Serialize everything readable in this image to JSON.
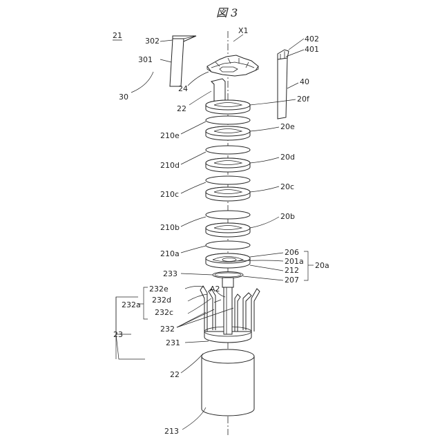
{
  "figure": {
    "title": "図 3"
  },
  "labels": {
    "l21": "21",
    "l302": "302",
    "lX1": "X1",
    "l402": "402",
    "l401": "401",
    "l301": "301",
    "l24": "24",
    "l40": "40",
    "l30": "30",
    "l22top": "22",
    "l20f": "20f",
    "l210e": "210e",
    "l20e": "20e",
    "l210d": "210d",
    "l20d": "20d",
    "l210c": "210c",
    "l20c": "20c",
    "l210b": "210b",
    "l20b": "20b",
    "l210a": "210a",
    "l206": "206",
    "l201a": "201a",
    "l20a": "20a",
    "l212": "212",
    "l233": "233",
    "l207": "207",
    "l232e": "232e",
    "lA2": "A2",
    "l232d": "232d",
    "l232a": "232a",
    "l232c": "232c",
    "l232": "232",
    "l23": "23",
    "l231": "231",
    "l22bot": "22",
    "l213": "213"
  }
}
